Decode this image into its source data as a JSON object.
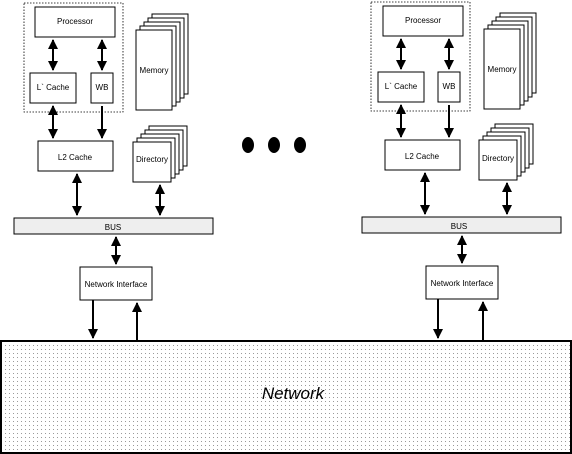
{
  "nodes": [
    {
      "processor": "Processor",
      "l1_cache": "L` Cache",
      "wb": "WB",
      "memory": "Memory",
      "l2_cache": "L2 Cache",
      "directory": "Directory",
      "bus": "BUS",
      "network_interface": "Network Interface"
    },
    {
      "processor": "Processor",
      "l1_cache": "L` Cache",
      "wb": "WB",
      "memory": "Memory",
      "l2_cache": "L2 Cache",
      "directory": "Directory",
      "bus": "BUS",
      "network_interface": "Network Interface"
    }
  ],
  "network": {
    "label": "Network"
  },
  "ellipsis_dot_count": 3,
  "colors": {
    "line": "#000000",
    "bus_fill": "#eeeeee",
    "dot_grid": "#9a9a9a",
    "background": "#ffffff"
  }
}
